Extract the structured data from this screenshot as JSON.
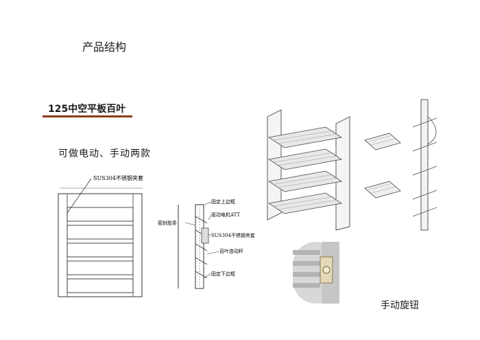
{
  "title": "产品结构",
  "subtitle": "125中空平板百叶",
  "variants": "可做电动、手动两款",
  "knob_caption": "手动旋钮",
  "front_view": {
    "label_sus": "SUS304不锈钢夹套"
  },
  "section_view": {
    "label_top_frame": "固定上边框",
    "label_motor": "驱动电机ATT",
    "label_seal": "密封胶条",
    "label_sus": "SUS304不锈钢夹套",
    "label_linkage": "百叶连动杆",
    "label_bottom_frame": "固定下边框"
  },
  "colors": {
    "rule": "#8a3b1a",
    "line": "#333333"
  }
}
